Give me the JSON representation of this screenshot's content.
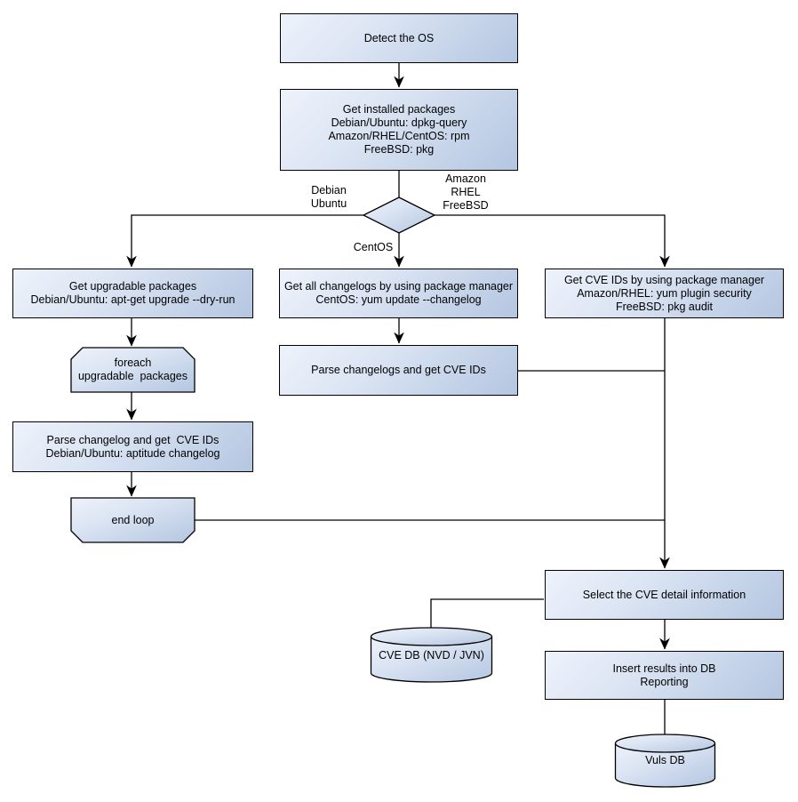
{
  "diagram": {
    "nodes": {
      "detect_os": {
        "label": "Detect the OS"
      },
      "get_installed_packages": {
        "label": "Get installed packages\nDebian/Ubuntu: dpkg-query\nAmazon/RHEL/CentOS: rpm\nFreeBSD: pkg"
      },
      "get_upgradable_packages": {
        "label": "Get upgradable packages\nDebian/Ubuntu: apt-get upgrade --dry-run"
      },
      "foreach_loop_start": {
        "label": "foreach\nupgradable  packages"
      },
      "parse_changelog_debian": {
        "label": "Parse changelog and get  CVE IDs\nDebian/Ubuntu: aptitude changelog"
      },
      "end_loop": {
        "label": "end loop"
      },
      "get_all_changelogs": {
        "label": "Get all changelogs by using package manager\nCentOS: yum update --changelog"
      },
      "parse_changelogs_centos": {
        "label": "Parse changelogs and get CVE IDs"
      },
      "get_cve_ids_pkg_manager": {
        "label": "Get CVE IDs by using package manager\nAmazon/RHEL: yum plugin security\nFreeBSD: pkg audit"
      },
      "select_cve_detail": {
        "label": "Select the CVE detail information"
      },
      "insert_results": {
        "label": "Insert results into DB\nReporting"
      },
      "cve_db": {
        "label": "CVE DB (NVD / JVN)"
      },
      "vuls_db": {
        "label": "Vuls DB"
      }
    },
    "edge_labels": {
      "left_branch": "Debian\nUbuntu",
      "right_branch": "Amazon\nRHEL\nFreeBSD",
      "down_branch": "CentOS"
    },
    "colors": {
      "node_fill_light": "#eef2fb",
      "node_fill_dark": "#b4c6e1",
      "node_border": "#000000",
      "connector": "#000000",
      "background": "#ffffff"
    }
  }
}
